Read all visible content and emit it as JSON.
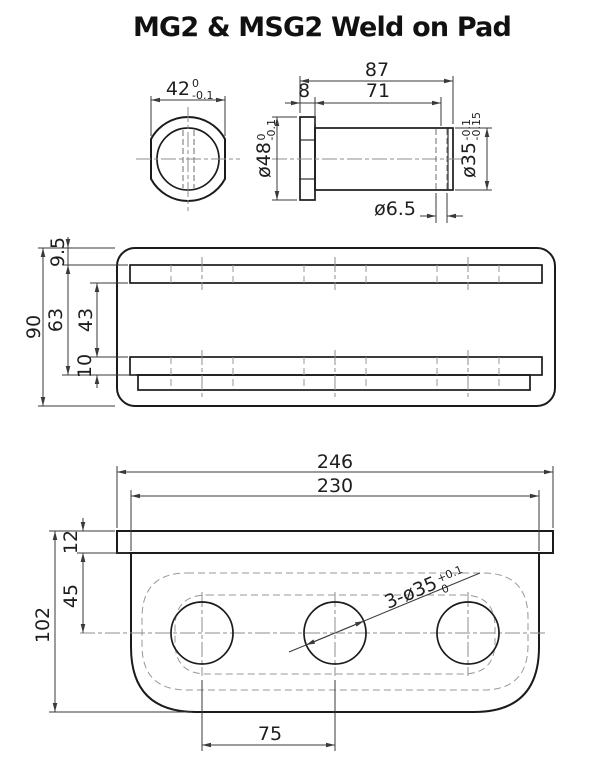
{
  "title": "MG2 & MSG2 Weld on Pad",
  "pin_end_view": {
    "across_flats": {
      "main": "42",
      "sup": "0",
      "sub": "-0.1"
    }
  },
  "pin_side_view": {
    "overall_length": "87",
    "collar_width": "8",
    "shaft_length": "71",
    "collar_dia": {
      "main": "ø48",
      "sup": "0",
      "sub": "-0.1"
    },
    "shaft_dia": {
      "main": "ø35",
      "sup": "-0.1",
      "sub": "-0.15"
    },
    "cross_hole_dia": "ø6.5"
  },
  "pad_side_view": {
    "overall_height": "90",
    "top_offset": "9.5",
    "slot_span": "63",
    "slot_gap": "43",
    "bottom_plate": "10"
  },
  "pad_front_view": {
    "overall_width": "246",
    "body_width": "230",
    "flange_thickness": "12",
    "hole_offset": "45",
    "overall_height": "102",
    "hole_pitch": "75",
    "holes": {
      "main": "3-ø35",
      "sup": "+0.1",
      "sub": "0"
    }
  }
}
